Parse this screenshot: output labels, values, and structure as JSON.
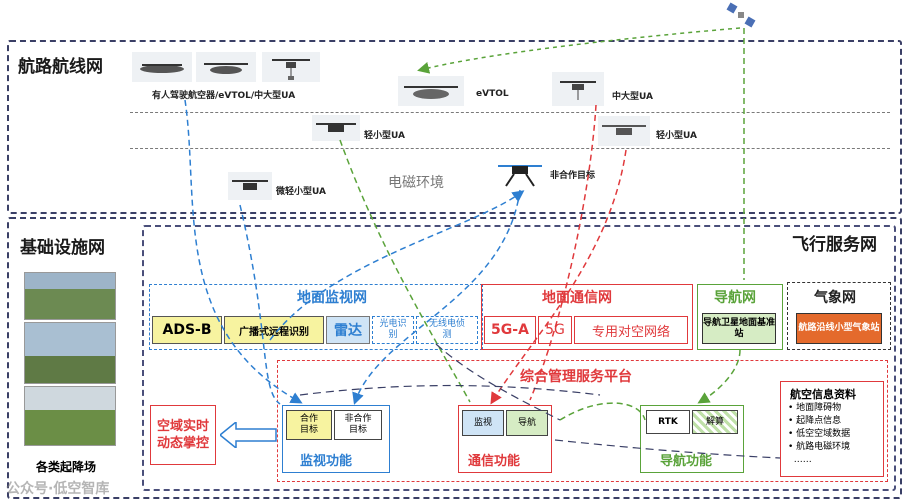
{
  "regions": {
    "route_net": "航路航线网",
    "infra_net": "基础设施网",
    "flight_service_net": "飞行服务网"
  },
  "aircraft": {
    "manned": "有人驾驶航空器/eVTOL/中大型UA",
    "evtol": "eVTOL",
    "mid_large": "中大型UA",
    "light_small_left": "轻小型UA",
    "light_small_right": "轻小型UA",
    "micro_light": "微轻小型UA",
    "non_coop": "非合作目标",
    "em_env": "电磁环境"
  },
  "ground_surveillance": {
    "title": "地面监视网",
    "adsb": "ADS-B",
    "broadcast_remote_id": "广播式远程识别",
    "radar": "雷达",
    "optoelectronic": "光电识别",
    "radio_detect": "无线电侦测"
  },
  "ground_comm": {
    "title": "地面通信网",
    "g5a": "5G-A",
    "g5": "5G",
    "dedicated": "专用对空网络"
  },
  "nav": {
    "title": "导航网",
    "station": "导航卫星地面基准站"
  },
  "weather": {
    "title": "气象网",
    "station": "航路沿线小型气象站"
  },
  "platform": {
    "title": "综合管理服务平台",
    "surv_coop": "合作目标",
    "surv_noncoop": "非合作目标",
    "surv_func": "监视功能",
    "comm_monitor": "监视",
    "comm_nav": "导航",
    "comm_func": "通信功能",
    "nav_rtk": "RTK",
    "nav_resolve": "解算",
    "nav_func": "导航功能",
    "airspace_control": "空域实时动态掌控",
    "info": {
      "title": "航空信息资料",
      "items": [
        "地面障碍物",
        "起降点信息",
        "低空空域数据",
        "航路电磁环境",
        "……"
      ]
    }
  },
  "infra": {
    "airports": "各类起降场"
  },
  "watermark": "公众号·低空智库",
  "colors": {
    "blue": "#2e7fd1",
    "red": "#e0393c",
    "green": "#5aa33a",
    "navy": "#3a3f66",
    "yellow": "#f7f3a0",
    "lightblue": "#cfe4f6",
    "lightgreen": "#d6ecc4",
    "orange": "#e46a2c"
  }
}
